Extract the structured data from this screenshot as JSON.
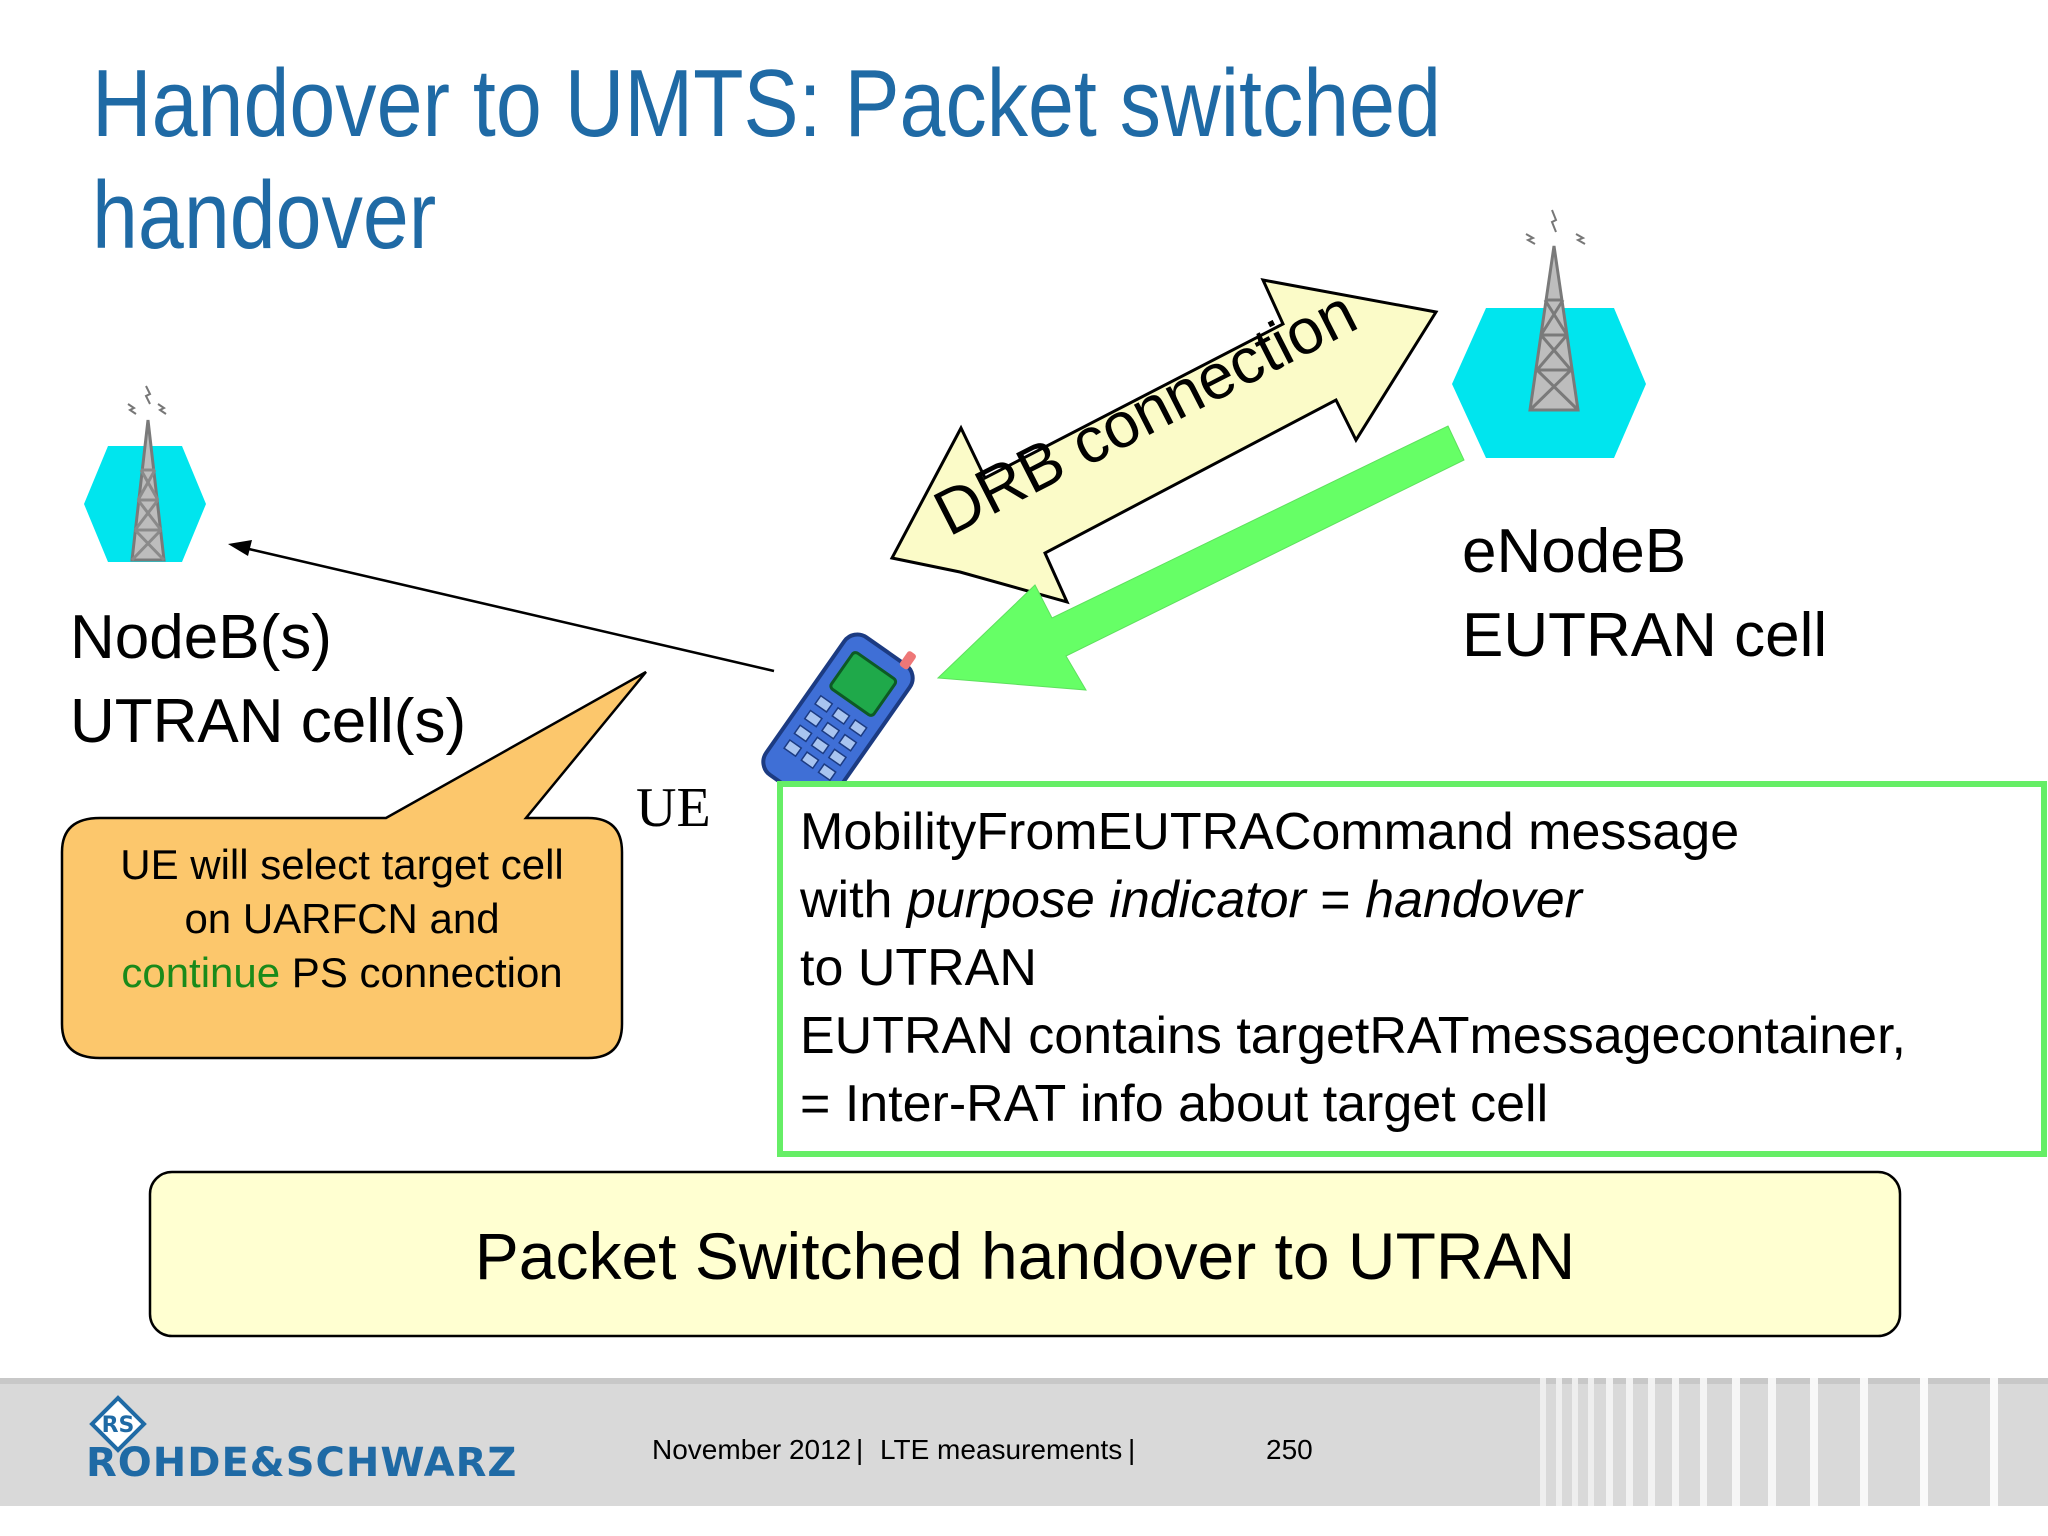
{
  "title": {
    "line1": "Handover to UMTS: Packet switched",
    "line2": "handover"
  },
  "nodeb": {
    "line1": "NodeB(s)",
    "line2": "UTRAN cell(s)"
  },
  "enodeb": {
    "line1": "eNodeB",
    "line2": "EUTRAN cell"
  },
  "drb_label": "DRB connection",
  "ue_label": "UE",
  "callout": {
    "line1": "UE will select target cell",
    "line2": "on UARFCN and",
    "line3_green": "continue",
    "line3_rest": " PS connection"
  },
  "message": {
    "line1": "MobilityFromEUTRACommand message",
    "line2_a": "with ",
    "line2_i1": "purpose indicator",
    "line2_b": " = ",
    "line2_i2": "handover",
    "line3": "to UTRAN",
    "line4": "EUTRAN contains targetRATmessagecontainer,",
    "line5": "= Inter-RAT info about target cell"
  },
  "bottom_banner": "Packet Switched handover to UTRAN",
  "footer": {
    "date": "November 2012",
    "separator1": "|",
    "topic": "LTE measurements",
    "separator2": "|",
    "page": "250",
    "logo_text": "ROHDE&SCHWARZ",
    "logo_initials": "RS"
  },
  "colors": {
    "title": "#1f6aa5",
    "hexagon": "#00e5ee",
    "drb_arrow_fill": "#fbfbc8",
    "green_arrow": "#66ff66",
    "green_box_border": "#66ee66",
    "callout_fill": "#fcc76c",
    "banner_fill": "#ffffd1",
    "footer_bg": "#d8d8d8",
    "continue_text": "#1a8a1a"
  },
  "icons": [
    "cell-tower-icon",
    "mobile-phone-icon",
    "rohde-schwarz-logo-icon"
  ]
}
